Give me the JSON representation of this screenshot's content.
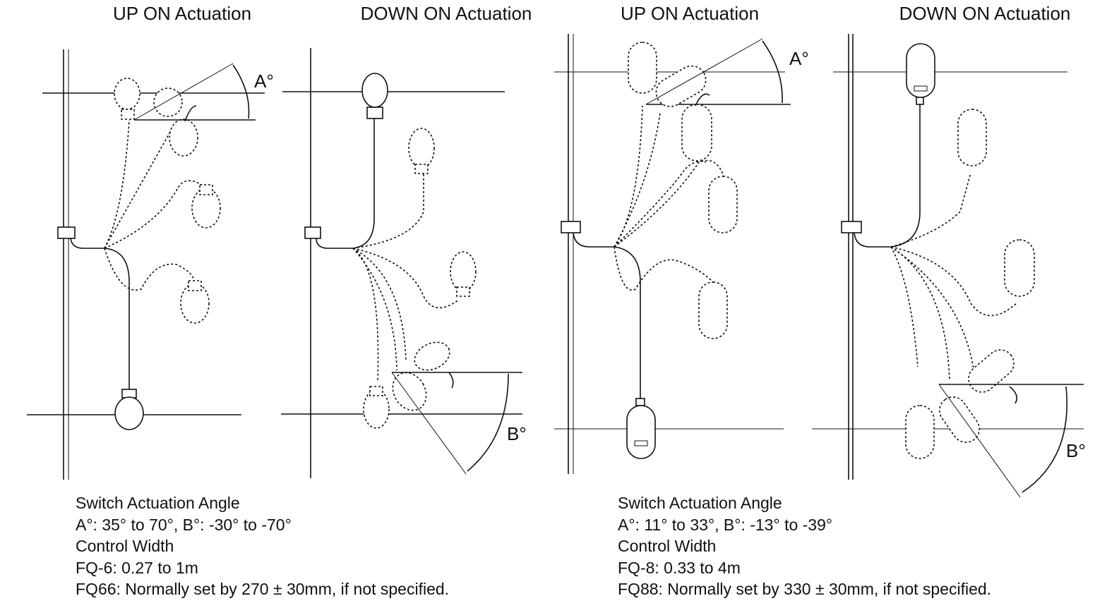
{
  "panels": [
    {
      "title": "UP ON Actuation",
      "angle_label": "A°"
    },
    {
      "title": "DOWN ON Actuation",
      "angle_label": "B°"
    },
    {
      "title": "UP ON Actuation",
      "angle_label": "A°"
    },
    {
      "title": "DOWN ON Actuation",
      "angle_label": "B°"
    }
  ],
  "notes": [
    {
      "heading": "Switch Actuation Angle",
      "angles": "A°: 35° to 70°, B°: -30° to -70°",
      "width_heading": "Control Width",
      "range": "FQ-6: 0.27 to 1m",
      "default": "FQ66: Normally set by 270 ± 30mm, if not specified."
    },
    {
      "heading": "Switch Actuation Angle",
      "angles": "A°: 11° to 33°, B°: -13° to -39°",
      "width_heading": "Control Width",
      "range": "FQ-8: 0.33 to 4m",
      "default": "FQ88: Normally set by 330 ± 30mm, if not specified."
    }
  ]
}
